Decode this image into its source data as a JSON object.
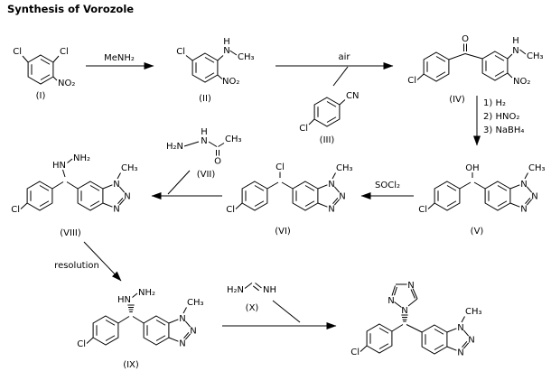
{
  "title": "Synthesis of Vorozole",
  "accent_color": "#000000",
  "background_color": "#ffffff",
  "atoms": {
    "Cl": "Cl",
    "N": "N",
    "H": "H",
    "O": "O",
    "OH": "OH",
    "CN": "CN",
    "CH3": "CH₃",
    "NO2": "NO₂",
    "NH": "NH",
    "HN": "HN",
    "H2N": "H₂N",
    "NH2": "NH₂"
  },
  "labels": {
    "I": "(I)",
    "II": "(II)",
    "III": "(III)",
    "IV": "(IV)",
    "V": "(V)",
    "VI": "(VI)",
    "VII": "(VII)",
    "VIII": "(VIII)",
    "IX": "(IX)",
    "X": "(X)"
  },
  "reagents": {
    "step1": "MeNH₂",
    "step2": "air",
    "step3_1": "1) H₂",
    "step3_2": "2) HNO₂",
    "step3_3": "3) NaBH₄",
    "step4": "SOCl₂",
    "step6": "resolution"
  }
}
